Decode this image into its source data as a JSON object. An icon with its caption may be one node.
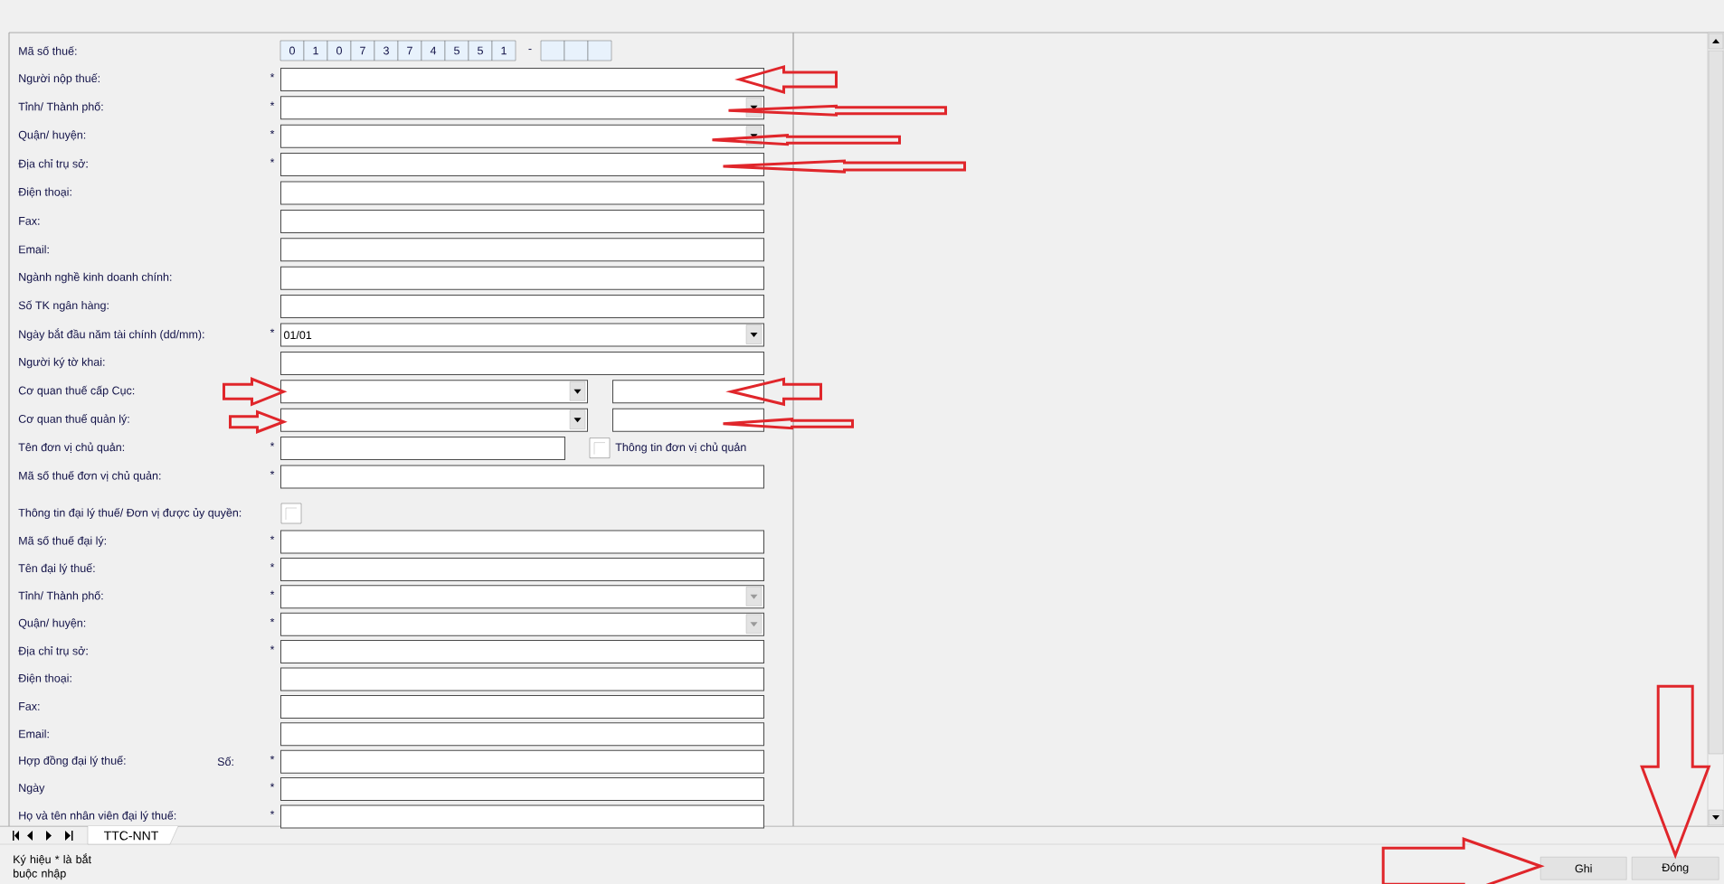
{
  "diagram": {
    "nodes": [
      {
        "text": [],
        "shape": "box"
      },
      {
        "text": [],
        "shape": "box"
      },
      {
        "text": [],
        "shape": "box"
      },
      {
        "text": [],
        "shape": "box"
      },
      {
        "text": [],
        "shape": "box"
      },
      {
        "text": [],
        "shape": "box"
      },
      {
        "text": [],
        "shape": "box"
      },
      {
        "text": [],
        "shape": "box"
      },
      {
        "text": [],
        "shape": "box"
      },
      {
        "text": [
          "01/01"
        ]
      },
      {
        "text": [],
        "shape": "box"
      },
      {
        "text": [],
        "shape": "box"
      },
      {
        "text": [],
        "shape": "box"
      },
      {
        "text": [],
        "shape": "box"
      },
      {
        "text": [],
        "shape": "box"
      },
      {
        "text": [],
        "shape": "box"
      },
      {
        "text": [],
        "shape": "box"
      },
      {
        "text": [],
        "shape": "box"
      },
      {
        "text": [],
        "shape": "box"
      },
      {
        "text": [],
        "shape": "box"
      },
      {
        "text": [],
        "shape": "box"
      },
      {
        "text": [],
        "shape": "box"
      },
      {
        "text": [],
        "shape": "box"
      },
      {
        "text": [],
        "shape": "box"
      },
      {
        "text": [],
        "shape": "box"
      },
      {
        "text": [],
        "shape": "box"
      },
      {
        "text": [],
        "shape": "box"
      },
      {
        "text": [],
        "shape": "box"
      },
      {
        "text": [
          "Ghi"
        ]
      },
      {
        "text": [
          "Đóng"
        ]
      }
    ],
    "edges": [
      {
        "from": null,
        "to": 0,
        "arrow": "to"
      },
      {
        "from": null,
        "to": 1,
        "arrow": "to"
      },
      {
        "from": null,
        "to": 2,
        "arrow": "to"
      },
      {
        "from": null,
        "to": 3,
        "arrow": "to"
      },
      {
        "from": null,
        "to": 11,
        "arrow": "to"
      },
      {
        "from": null,
        "to": 12,
        "arrow": "to"
      },
      {
        "from": null,
        "to": 13,
        "arrow": "to"
      },
      {
        "from": null,
        "to": 14,
        "arrow": "to"
      },
      {
        "from": null,
        "to": 28,
        "arrow": "to"
      },
      {
        "from": null,
        "to": 29,
        "arrow": "to"
      }
    ],
    "labels": [
      "Mã số thuế:",
      "0",
      "1",
      "0",
      "7",
      "3",
      "7",
      "4",
      "5",
      "5",
      "1",
      "-",
      "Người nộp thuế:",
      "*",
      "Tỉnh/ Thành phố:",
      "*",
      "Quận/ huyện:",
      "*",
      "Địa chỉ trụ sở:",
      "*",
      "Điện thoại:",
      "Fax:",
      "Email:",
      "Ngành nghề kinh doanh chính:",
      "Số TK ngân hàng:",
      "Ngày bắt đầu năm tài chính (dd/mm):",
      "*",
      "Người ký tờ khai:",
      "Cơ quan thuế cấp Cục:",
      "Cơ quan thuế quản lý:",
      "Tên đơn vị chủ quản:",
      "*",
      "Thông tin đơn vị chủ quản",
      "Mã số thuế đơn vị chủ quản:",
      "*",
      "Thông tin đại lý thuế/ Đơn vị được ủy quyền:",
      "Mã số thuế đại lý:",
      "*",
      "Tên đại lý thuế:",
      "*",
      "Tỉnh/ Thành phố:",
      "*",
      "Quận/ huyện:",
      "*",
      "Địa chỉ trụ sở:",
      "*",
      "Điện thoại:",
      "Fax:",
      "Email:",
      "Hợp đồng đại lý thuế:",
      "Số:",
      "*",
      "Ngày",
      "*",
      "Họ và tên nhân viên đại lý thuế:",
      "*",
      "TTC-NNT",
      "Ký hiệu * là bắt buộc nhập"
    ]
  }
}
